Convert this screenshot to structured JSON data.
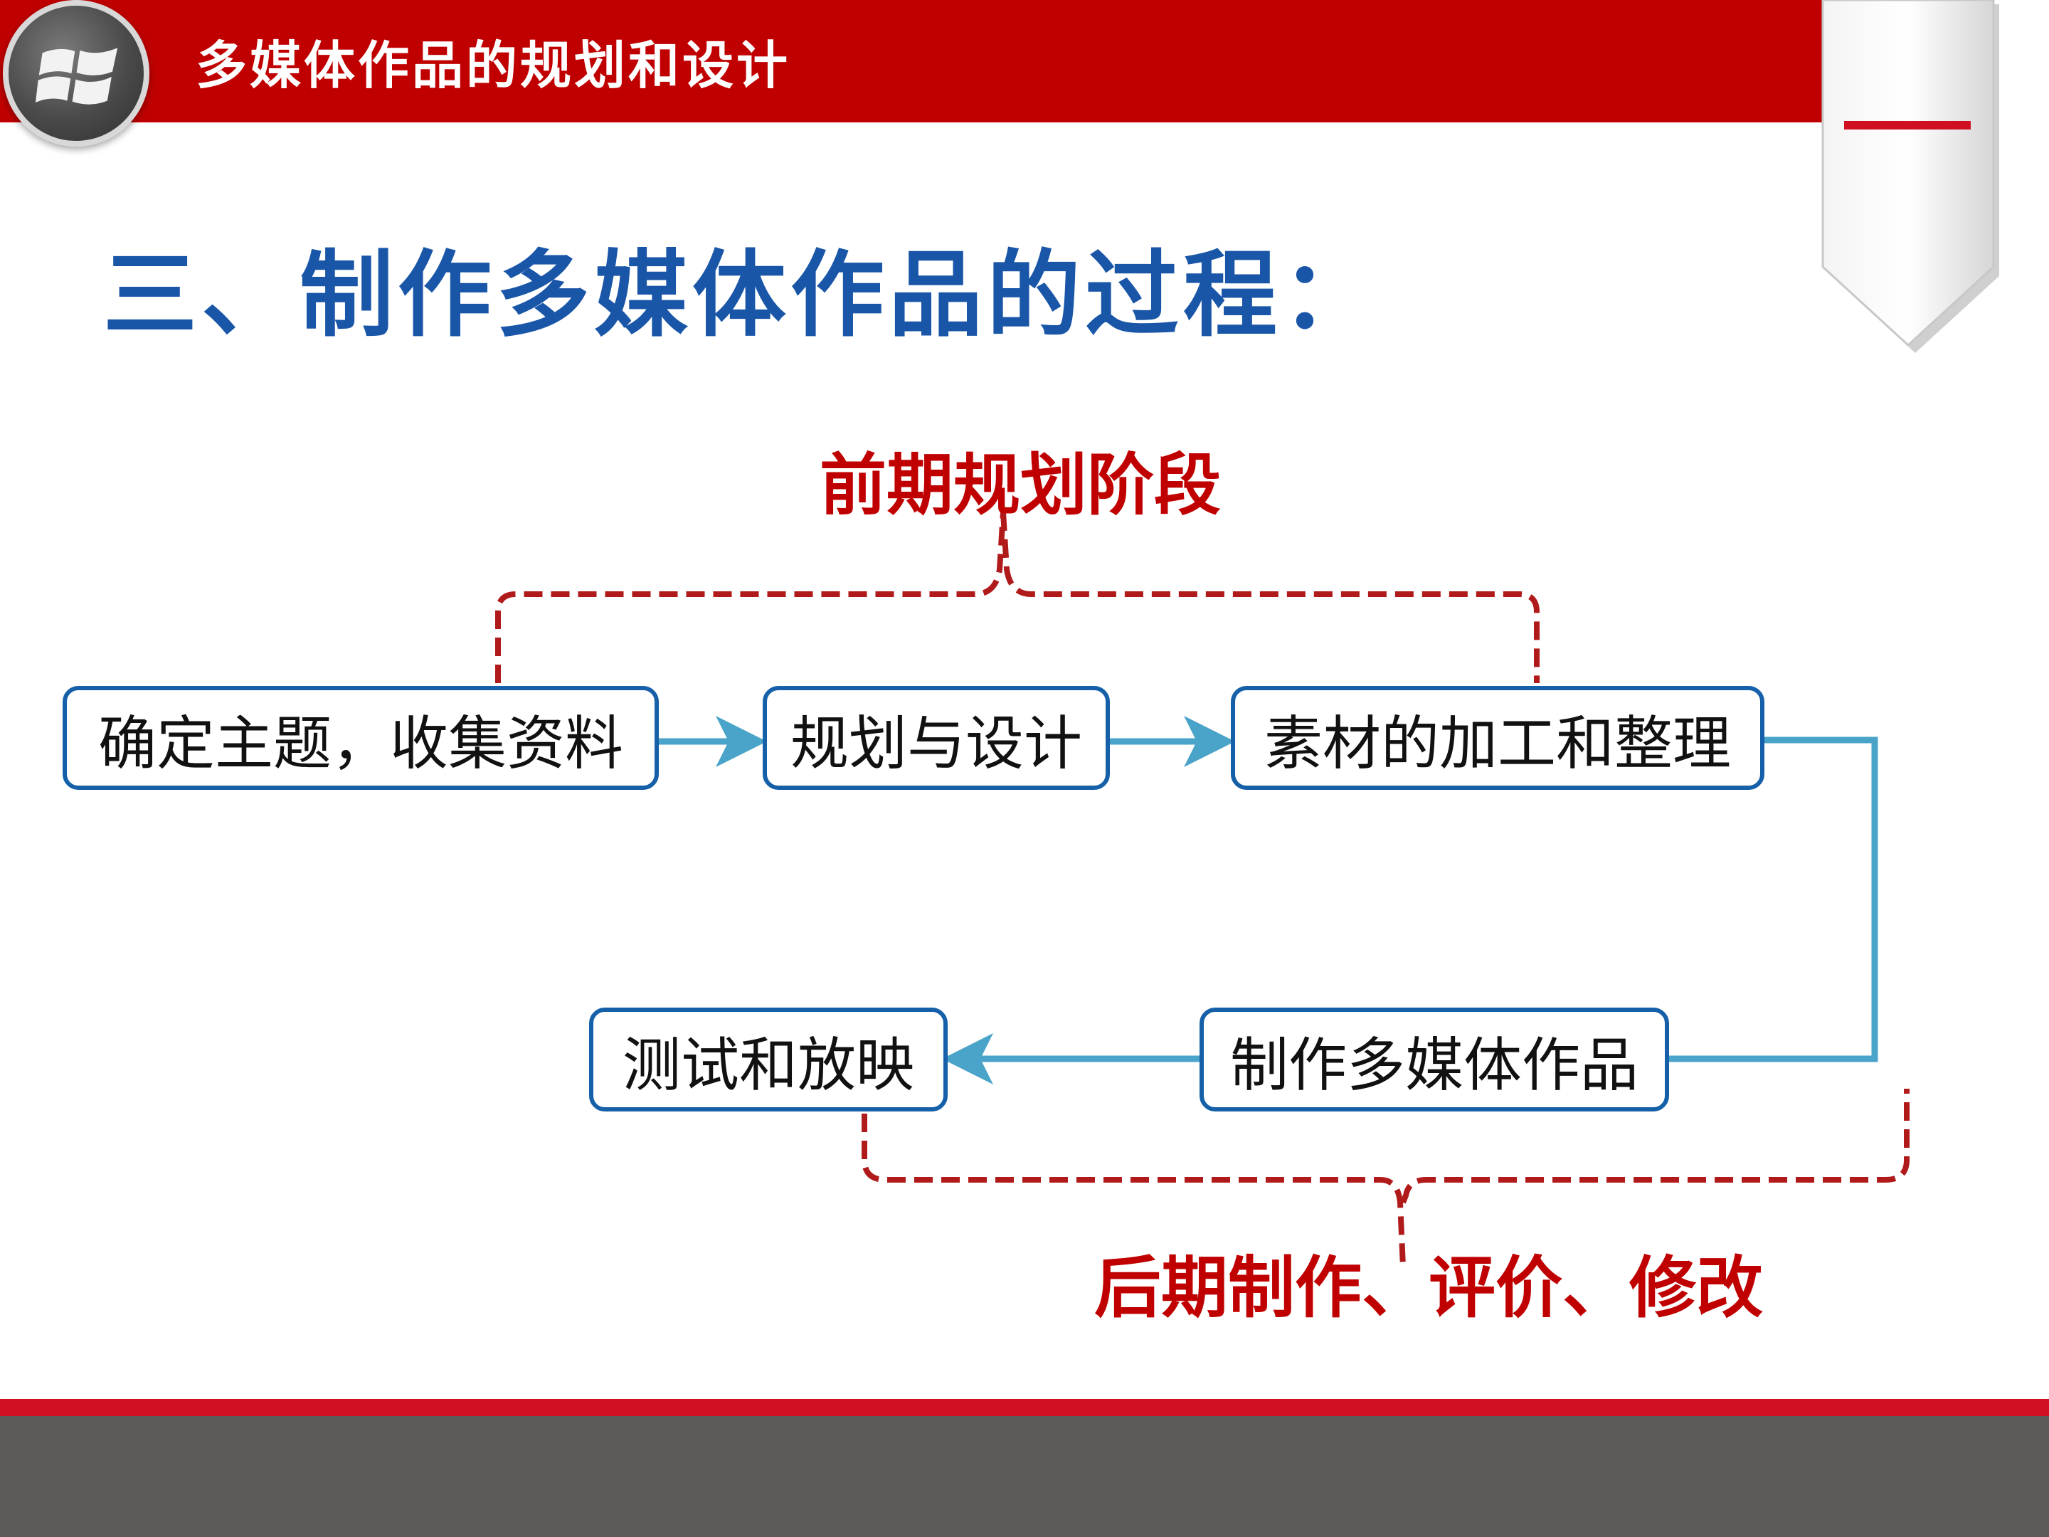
{
  "header": {
    "title": "多媒体作品的规划和设计"
  },
  "heading": "三、制作多媒体作品的过程：",
  "stages": {
    "early": "前期规划阶段",
    "late": "后期制作、评价、修改"
  },
  "steps": [
    {
      "label": "确定主题，收集资料"
    },
    {
      "label": "规划与设计"
    },
    {
      "label": "素材的加工和整理"
    },
    {
      "label": "制作多媒体作品"
    },
    {
      "label": "测试和放映"
    }
  ],
  "colors": {
    "header_red": "#c00000",
    "heading_blue": "#1a56a8",
    "box_border": "#1560a8",
    "arrow": "#4aa3c8",
    "stage_red": "#c00000",
    "footer_gray": "#5d5b5a"
  },
  "icons": {
    "logo": "windows-logo-icon",
    "ribbon": "bookmark-ribbon-icon"
  }
}
